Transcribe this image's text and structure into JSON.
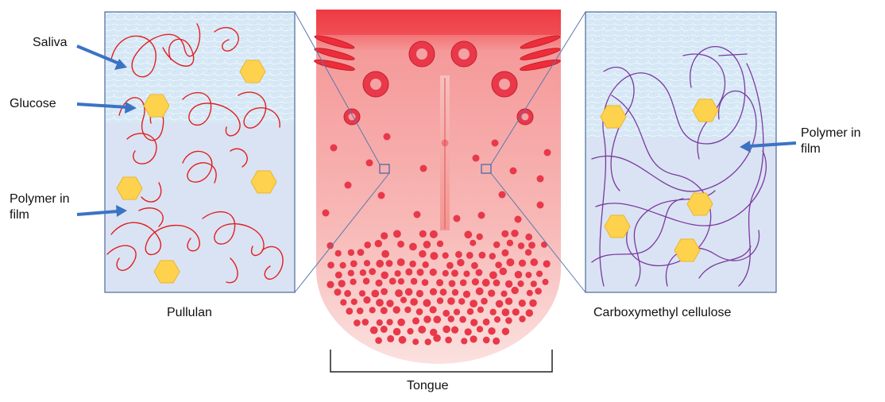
{
  "labels": {
    "saliva": "Saliva",
    "glucose": "Glucose",
    "polymer_left": "Polymer in\nfilm",
    "polymer_right": "Polymer in\nfilm",
    "pullulan": "Pullulan",
    "cmc": "Carboxymethyl cellulose",
    "tongue": "Tongue"
  },
  "colors": {
    "saliva_fill": "#d6e8f6",
    "film_fill": "#dae3f3",
    "panel_border": "#4a6a9c",
    "glucose": "#ffd24d",
    "pullulan_strand": "#e02020",
    "cmc_strand": "#7a3aa0",
    "arrow": "#3b73c4",
    "tongue_red": "#ee3b44",
    "papilla": "#e8384a"
  },
  "icons": {
    "glucose": "hexagon-icon",
    "arrow": "arrow-icon"
  }
}
